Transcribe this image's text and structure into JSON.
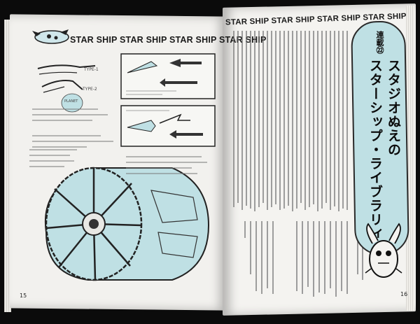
{
  "banner": {
    "left_text": "STAR SHIP STAR SHIP STAR SHIP STAR SHIP",
    "right_text": "STAR SHIP STAR SHIP STAR SHIP STAR SHIP"
  },
  "figure_labels": {
    "fig1_text": "TYPE-1",
    "fig2_text": "TYPE-2",
    "planet_text": "PLANET"
  },
  "article": {
    "series_label": "連載㉒",
    "title_line1": "スタジオぬえの",
    "title_line2": "スターシップ・ライブラリィ"
  },
  "pages": {
    "left_number": "15",
    "right_number": "16"
  },
  "colors": {
    "page": "#f3f2ef",
    "accent_blue": "#bfe0e4",
    "ink": "#1a1a1a",
    "background": "#0b0b0b"
  }
}
